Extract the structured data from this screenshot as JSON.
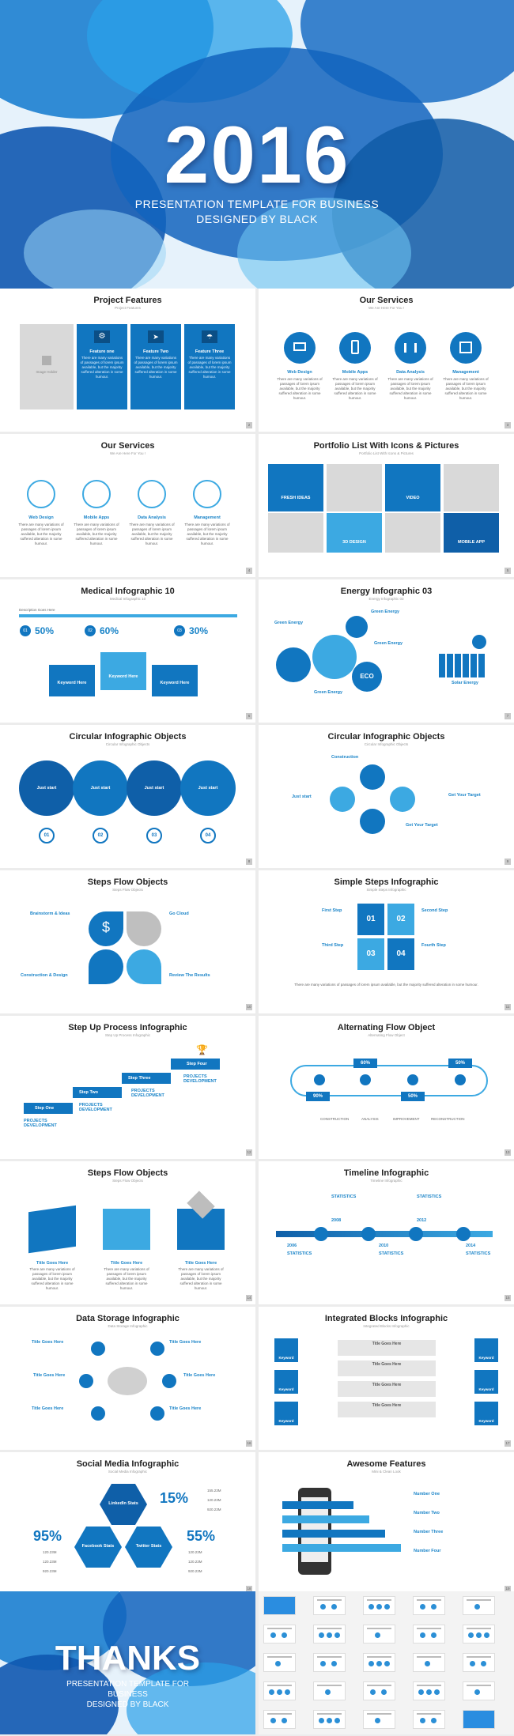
{
  "hero": {
    "year": "2016",
    "subtitle_line1": "PRESENTATION TEMPLATE FOR BUSINESS",
    "subtitle_line2": "DESIGNED BY BLACK"
  },
  "colors": {
    "primary": "#1176c0",
    "light": "#3ca9e2",
    "dark": "#0f5fa8",
    "gray": "#d9d9d9"
  },
  "lorem": "There are many variations of passages of lorem ipsum available, but the majority suffered alteration in some humour.",
  "image_holder": "Image Holder",
  "slides": {
    "project_features": {
      "title": "Project Features",
      "subtitle": "Project Features",
      "features": [
        "Feature one",
        "Feature Two",
        "Feature Three"
      ],
      "icons": [
        "gear-icon",
        "paper-plane-icon",
        "umbrella-icon"
      ],
      "page": "2"
    },
    "services_a": {
      "title": "Our Services",
      "subtitle": "We Are Here For You !",
      "items": [
        "Web Design",
        "Mobile Apps",
        "Data Analysis",
        "Management"
      ],
      "page": "3"
    },
    "services_b": {
      "title": "Our Services",
      "subtitle": "We Are Here For You !",
      "items": [
        "Web Design",
        "Mobile Apps",
        "Data Analysis",
        "Management"
      ],
      "page": "4"
    },
    "portfolio": {
      "title": "Portfolio List With Icons & Pictures",
      "subtitle": "Portfolio List With Icons & Pictures",
      "tiles": [
        "FRESH IDEAS",
        "3D DESIGN",
        "VIDEO",
        "MOBILE APP"
      ],
      "page": "5"
    },
    "medical": {
      "title": "Medical Infographic 10",
      "subtitle": "Medical Infographic 10",
      "desc": "Description Goes Here",
      "stats": [
        {
          "n": "01",
          "v": "50%"
        },
        {
          "n": "02",
          "v": "60%"
        },
        {
          "n": "03",
          "v": "30%"
        }
      ],
      "kw": [
        "Keyword Here",
        "Keyword Here",
        "Keyword Here"
      ],
      "page": "6"
    },
    "energy": {
      "title": "Energy Infographic 03",
      "subtitle": "Energy Infographic 03",
      "labels": [
        "Green Energy",
        "Green Energy",
        "Green Energy",
        "Green Energy",
        "Solar Energy"
      ],
      "eco": "ECO",
      "page": "7"
    },
    "circular_a": {
      "title": "Circular Infographic Objects",
      "subtitle": "Circular Infographic Objects",
      "heading": "Just start",
      "nums": [
        "01",
        "02",
        "03",
        "04"
      ],
      "page": "8"
    },
    "circular_b": {
      "title": "Circular Infographic Objects",
      "subtitle": "Circular Infographic Objects",
      "labels": [
        "Construction",
        "Just start",
        "Get Your Target",
        "Get Your Target"
      ],
      "page": "9"
    },
    "steps_flow_a": {
      "title": "Steps Flow Objects",
      "subtitle": "Steps Flow Objects",
      "labels": [
        "Brainstorm & Ideas",
        "Go Cloud",
        "Construction & Design",
        "Review The Results"
      ],
      "page": "10"
    },
    "simple_steps": {
      "title": "Simple Steps Infographic",
      "subtitle": "Simple Steps Infographic",
      "steps": [
        "First Step",
        "Second Step",
        "Third Step",
        "Fourth Step"
      ],
      "nums": [
        "01",
        "02",
        "03",
        "04"
      ],
      "page": "11"
    },
    "step_up": {
      "title": "Step Up Process Infographic",
      "subtitle": "Step Up Process Infographic",
      "steps": [
        "Step One",
        "Step Two",
        "Step Three",
        "Step Four"
      ],
      "proj": "PROJECTS DEVELOPMENT",
      "page": "12"
    },
    "alternating": {
      "title": "Alternating Flow Object",
      "subtitle": "Alternating Flow Object",
      "pcts": [
        "90%",
        "60%",
        "50%",
        "50%"
      ],
      "legend": [
        "CONSTRUCTION",
        "ANALYSIS",
        "IMPROVEMENT",
        "RECONSTRUCTION"
      ],
      "page": "13"
    },
    "steps_flow_b": {
      "title": "Steps Flow Objects",
      "subtitle": "Steps Flow Objects",
      "item": "Title Goes Here",
      "page": "14"
    },
    "timeline": {
      "title": "Timeline Infographic",
      "subtitle": "Timeline Infographic",
      "years_top": [
        "2008",
        "2012"
      ],
      "years_bottom": [
        "2006",
        "2010",
        "2014"
      ],
      "stat": "STATISTICS",
      "page": "15"
    },
    "data_storage": {
      "title": "Data Storage Infographic",
      "subtitle": "Data Storage Infographic",
      "item": "Title Goes Here",
      "page": "16"
    },
    "integrated": {
      "title": "Integrated Blocks Infographic",
      "subtitle": "Integrated Blocks Infographic",
      "item": "Title Goes Here",
      "kw": "Keyword",
      "page": "17"
    },
    "social": {
      "title": "Social Media Infographic",
      "subtitle": "Social Media Infographic",
      "pct_top": "15%",
      "pct_left": "95%",
      "pct_right": "55%",
      "labels": [
        "LinkedIn Stats",
        "Facebook Stats",
        "Twitter Stats"
      ],
      "counts": [
        "155.23M",
        "120.23M",
        "920.23M",
        "120.23M",
        "120.23M",
        "920.23M",
        "120.23M",
        "120.23M",
        "920.23M"
      ],
      "page": "18"
    },
    "awesome": {
      "title": "Awesome Features",
      "subtitle": "Mini & Clean Look",
      "items": [
        "Number One",
        "Number Two",
        "Number Three",
        "Number Four"
      ],
      "page": "19"
    }
  },
  "thanks": {
    "title": "THANKS",
    "line1": "PRESENTATION TEMPLATE FOR",
    "line2": "BUSINESS",
    "line3": "DESIGNED BY BLACK"
  }
}
